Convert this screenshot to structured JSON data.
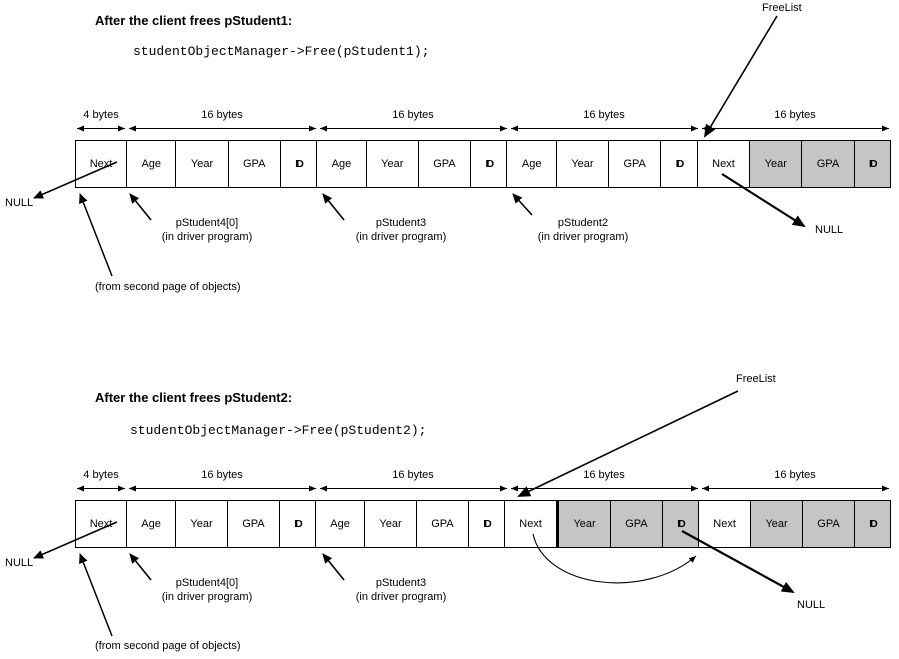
{
  "colors": {
    "background": "#ffffff",
    "line": "#000000",
    "cell_free": "#c5c5c5"
  },
  "diagrams": [
    {
      "title": "After the client frees pStudent1:",
      "code": "studentObjectManager->Free(pStudent1);",
      "freelist_label": "FreeList",
      "byte_labels": [
        "4 bytes",
        "16 bytes",
        "16 bytes",
        "16 bytes",
        "16 bytes"
      ],
      "cells": [
        {
          "label": "Next"
        },
        {
          "label": "Age"
        },
        {
          "label": "Year"
        },
        {
          "label": "GPA"
        },
        {
          "label": "ID",
          "narrow": true
        },
        {
          "label": "Age"
        },
        {
          "label": "Year"
        },
        {
          "label": "GPA"
        },
        {
          "label": "ID",
          "narrow": true
        },
        {
          "label": "Age"
        },
        {
          "label": "Year"
        },
        {
          "label": "GPA"
        },
        {
          "label": "ID",
          "narrow": true
        },
        {
          "label": "Next"
        },
        {
          "label": "Year",
          "gray": true
        },
        {
          "label": "GPA",
          "gray": true
        },
        {
          "label": "ID",
          "gray": true,
          "narrow": true
        }
      ],
      "null_left": "NULL",
      "null_right": "NULL",
      "page_note": "(from second page of objects)",
      "pointers": [
        {
          "name": "pStudent4[0]",
          "detail": "(in driver program)"
        },
        {
          "name": "pStudent3",
          "detail": "(in driver program)"
        },
        {
          "name": "pStudent2",
          "detail": "(in driver program)"
        }
      ]
    },
    {
      "title": "After the client frees pStudent2:",
      "code": "studentObjectManager->Free(pStudent2);",
      "freelist_label": "FreeList",
      "byte_labels": [
        "4 bytes",
        "16 bytes",
        "16 bytes",
        "16 bytes",
        "16 bytes"
      ],
      "cells": [
        {
          "label": "Next"
        },
        {
          "label": "Age"
        },
        {
          "label": "Year"
        },
        {
          "label": "GPA"
        },
        {
          "label": "ID",
          "narrow": true
        },
        {
          "label": "Age"
        },
        {
          "label": "Year"
        },
        {
          "label": "GPA"
        },
        {
          "label": "ID",
          "narrow": true
        },
        {
          "label": "Next"
        },
        {
          "label": "Year",
          "gray": true
        },
        {
          "label": "GPA",
          "gray": true
        },
        {
          "label": "ID",
          "gray": true,
          "narrow": true
        },
        {
          "label": "Next"
        },
        {
          "label": "Year",
          "gray": true
        },
        {
          "label": "GPA",
          "gray": true
        },
        {
          "label": "ID",
          "gray": true,
          "narrow": true
        }
      ],
      "null_left": "NULL",
      "null_right": "NULL",
      "page_note": "(from second page of objects)",
      "pointers": [
        {
          "name": "pStudent4[0]",
          "detail": "(in driver program)"
        },
        {
          "name": "pStudent3",
          "detail": "(in driver program)"
        }
      ]
    }
  ]
}
